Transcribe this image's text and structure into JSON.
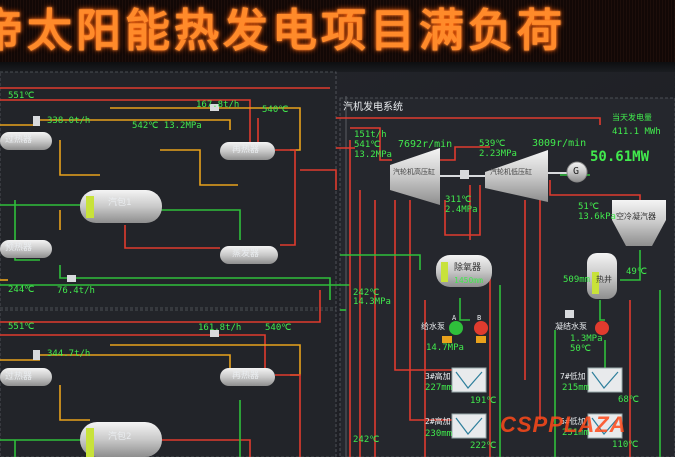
{
  "banner": {
    "text": "帝太阳能热发电项目满负荷"
  },
  "panel": {
    "title": "汽机发电系统",
    "output_label": "当天发电量",
    "output_value": "411.1 MWh",
    "power": "50.61MW"
  },
  "loop1": {
    "temp_top": "551℃",
    "flow_left": "338.0t/h",
    "flow_reheat": "167.8t/h",
    "temp_reheat": "540℃",
    "steam_main": "542℃ 13.2MPa",
    "temp_bottom": "244℃",
    "flow_bottom": "76.4t/h",
    "superheater": "过热器",
    "drum": "汽包1",
    "reheater": "再热器",
    "preheater": "预热器",
    "evaporator": "蒸发器"
  },
  "loop2": {
    "temp_top": "551℃",
    "flow_left": "344.7t/h",
    "flow_reheat": "161.8t/h",
    "temp_reheat": "540℃",
    "superheater": "过热器",
    "drum": "汽包2",
    "reheater": "再热器",
    "temp_bottom": "242℃"
  },
  "turbine": {
    "inlet_flow": "151t/h",
    "inlet_temp": "541℃",
    "inlet_pressure": "13.2MPa",
    "hp_speed": "7692r/min",
    "hp_name": "汽轮机高压缸",
    "lp_name": "汽轮机低压缸",
    "reheat_temp": "539℃",
    "reheat_pressure": "2.23MPa",
    "lp_speed": "3009r/min",
    "gen": "G",
    "exhaust_temp": "311℃",
    "exhaust_pressure": "2.4MPa",
    "return_temp": "242℃",
    "return_pressure": "14.3MPa"
  },
  "condenser": {
    "name": "空冷凝汽器",
    "temp": "51℃",
    "pressure": "13.6kPa",
    "out_temp": "49℃"
  },
  "deaerator": {
    "name": "除氧器",
    "level": "1450mm"
  },
  "hotwell": {
    "name": "热井",
    "level": "509mm"
  },
  "pumps": {
    "feed_name": "给水泵",
    "feed_pressure": "14.7MPa",
    "cond_name": "凝结水泵",
    "cond_pressure": "1.3MPa",
    "cond_temp": "50℃",
    "feed_a": "A",
    "feed_b": "B"
  },
  "heaters": {
    "hp3_name": "3#高加",
    "hp3_level": "227mm",
    "hp3_temp": "191℃",
    "hp2_name": "2#高加",
    "hp2_level": "230mm",
    "hp2_temp": "222℃",
    "lp7_name": "7#低加",
    "lp7_level": "215mm",
    "lp7_temp": "68℃",
    "lp6_name": "6#低加",
    "lp6_level": "251mm",
    "lp6_temp": "110℃"
  },
  "watermark": "CSPPLAZA",
  "colors": {
    "led": "#ff8a2a",
    "hot_pipe": "#e03b2e",
    "warm_pipe": "#e8a11c",
    "cold_pipe": "#2fbf3b",
    "green_text": "#41ea4d",
    "tag_fill": "#d8dadd"
  }
}
